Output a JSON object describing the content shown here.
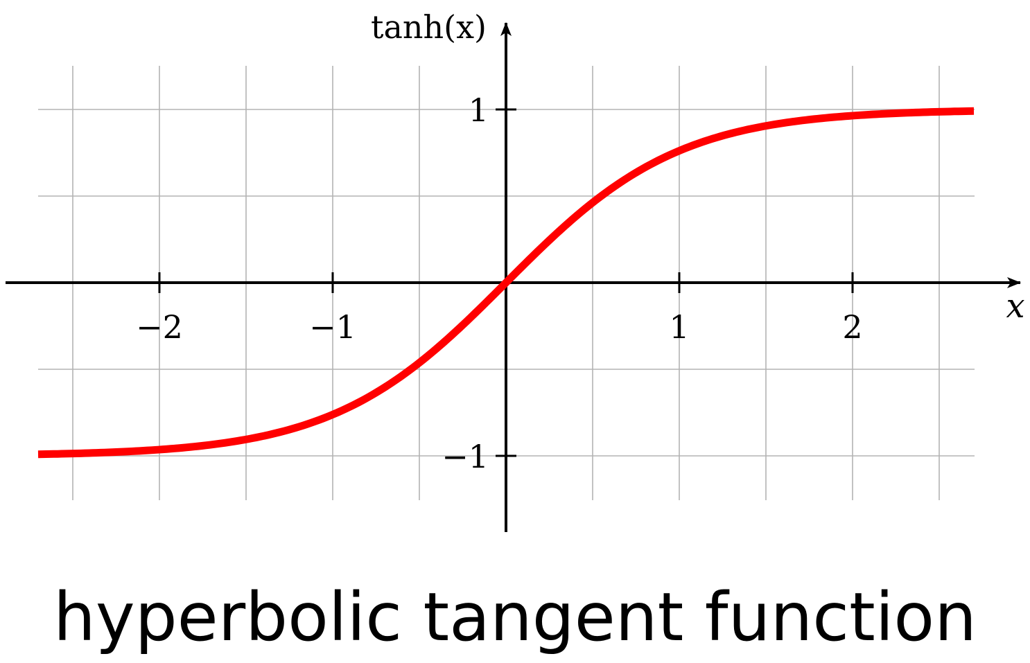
{
  "chart_data": {
    "type": "line",
    "title": "",
    "xlabel": "x",
    "ylabel": "tanh(x)",
    "xlim": [
      -2.9,
      3.0
    ],
    "ylim": [
      -1.44,
      1.4
    ],
    "grid": true,
    "grid_step_x": 0.5,
    "grid_step_y": 0.5,
    "x_ticks": [
      -2,
      -1,
      1,
      2
    ],
    "x_tick_labels": [
      "−2",
      "−1",
      "1",
      "2"
    ],
    "y_ticks": [
      1,
      -1
    ],
    "y_tick_labels": [
      "1",
      "−1"
    ],
    "series": [
      {
        "color": "#ff0000",
        "x": [
          -2.7,
          -2.4,
          -2.1,
          -1.8,
          -1.5,
          -1.2,
          -0.9,
          -0.6,
          -0.3,
          0,
          0.3,
          0.6,
          0.9,
          1.2,
          1.5,
          1.8,
          2.1,
          2.4,
          2.7
        ],
        "values": [
          -0.991,
          -0.984,
          -0.97,
          -0.947,
          -0.905,
          -0.834,
          -0.716,
          -0.537,
          -0.291,
          0,
          0.291,
          0.537,
          0.716,
          0.834,
          0.905,
          0.947,
          0.97,
          0.984,
          0.991
        ]
      }
    ]
  },
  "caption": "hyperbolic tangent function"
}
